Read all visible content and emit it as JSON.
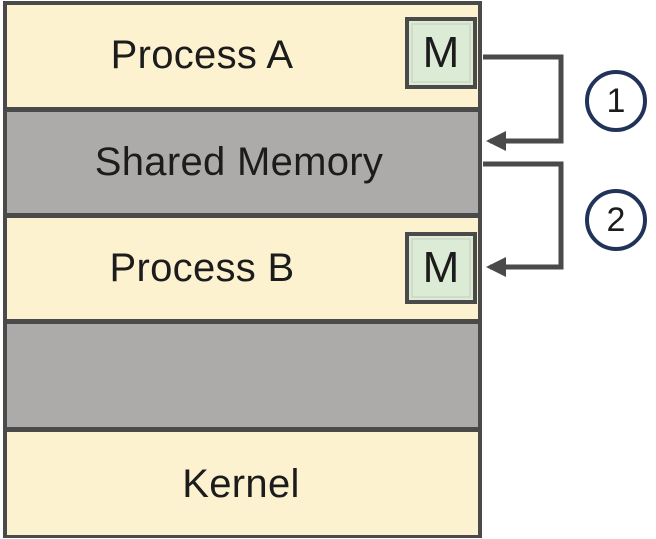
{
  "diagram": {
    "blocks": [
      {
        "label": "Process A",
        "kind": "process"
      },
      {
        "label": "Shared Memory",
        "kind": "shared"
      },
      {
        "label": "Process B",
        "kind": "process"
      },
      {
        "label": "",
        "kind": "shared"
      },
      {
        "label": "Kernel",
        "kind": "process"
      }
    ],
    "message_box_label": "M",
    "steps": [
      {
        "number": "1",
        "from": "Process A",
        "to": "Shared Memory"
      },
      {
        "number": "2",
        "from": "Shared Memory",
        "to": "Process B"
      }
    ]
  },
  "colors": {
    "process_fill": "#fdf2d0",
    "shared_fill": "#adaaaa",
    "message_fill": "#dcebd6",
    "border": "#4a4a4a",
    "arrow": "#4a4a4a",
    "step_circle_border": "#22335a"
  }
}
